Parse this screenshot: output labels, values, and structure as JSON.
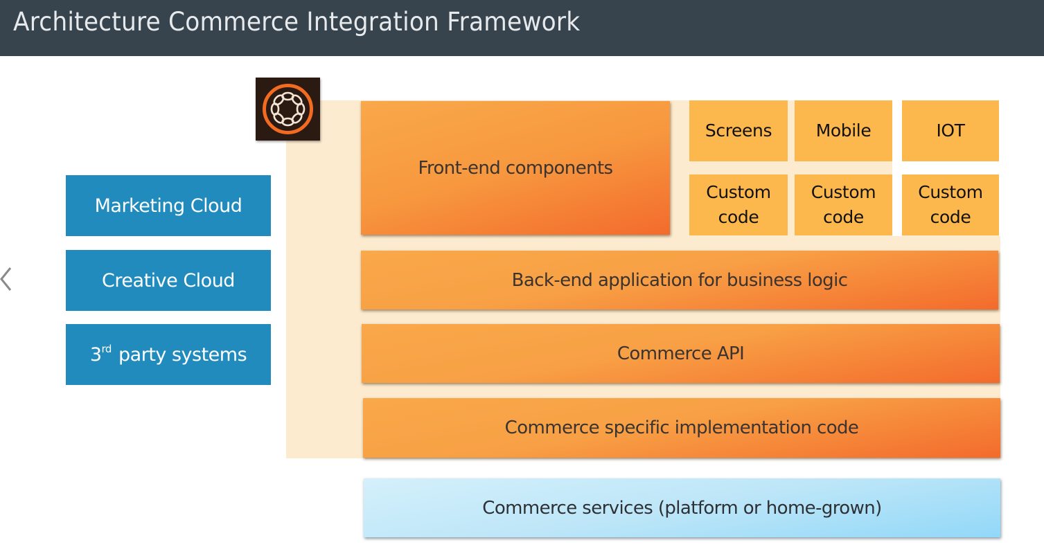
{
  "header": {
    "title": "Architecture Commerce Integration Framework"
  },
  "navigation": {
    "previous_icon": "chevron-left-icon"
  },
  "logo": {
    "icon": "adobe-experience-manager-icon",
    "colors": {
      "background": "#2b1a12",
      "ring": "#f26b21",
      "links": "#f3e3d3"
    }
  },
  "external_systems": [
    {
      "label": "Marketing Cloud"
    },
    {
      "label": "Creative Cloud"
    },
    {
      "label_prefix": "3",
      "label_superscript": "rd",
      "label_suffix": " party systems"
    }
  ],
  "framework": {
    "front_end": {
      "label": "Front-end components"
    },
    "channels": [
      {
        "label": "Screens"
      },
      {
        "label": "Mobile"
      },
      {
        "label": "IOT"
      }
    ],
    "custom_code": [
      {
        "line1": "Custom",
        "line2": "code"
      },
      {
        "line1": "Custom",
        "line2": "code"
      },
      {
        "line1": "Custom",
        "line2": "code"
      }
    ],
    "layers": [
      {
        "label": "Back-end application for business logic"
      },
      {
        "label": "Commerce API"
      },
      {
        "label": "Commerce specific implementation code"
      }
    ]
  },
  "services": {
    "label": "Commerce services (platform or home-grown)"
  },
  "colors": {
    "header_bg": "#37434d",
    "backdrop": "#fdebd0",
    "blue": "#228bbd",
    "orange_light": "#f9a84a",
    "orange_dark": "#f36b2c",
    "tile": "#fdb84d",
    "services_light": "#d4f0fb",
    "services_dark": "#92d8f8"
  }
}
